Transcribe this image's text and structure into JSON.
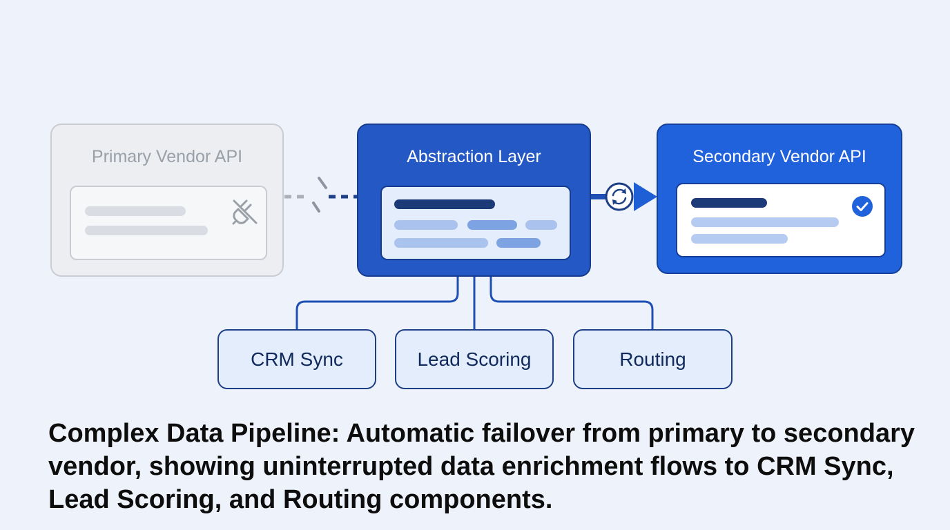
{
  "primary": {
    "title": "Primary Vendor API",
    "status_icon": "unplugged-icon",
    "color": "#c9ccd3"
  },
  "abstraction": {
    "title": "Abstraction Layer",
    "color": "#2358c5"
  },
  "secondary": {
    "title": "Secondary Vendor API",
    "status_icon": "check-circle-icon",
    "color": "#1f62db"
  },
  "connector_icon": "sync-icon",
  "components": [
    "CRM Sync",
    "Lead Scoring",
    "Routing"
  ],
  "caption": "Complex Data Pipeline: Automatic failover from primary to secondary vendor, showing uninterrupted data enrichment flows to CRM Sync, Lead Scoring, and Routing components."
}
